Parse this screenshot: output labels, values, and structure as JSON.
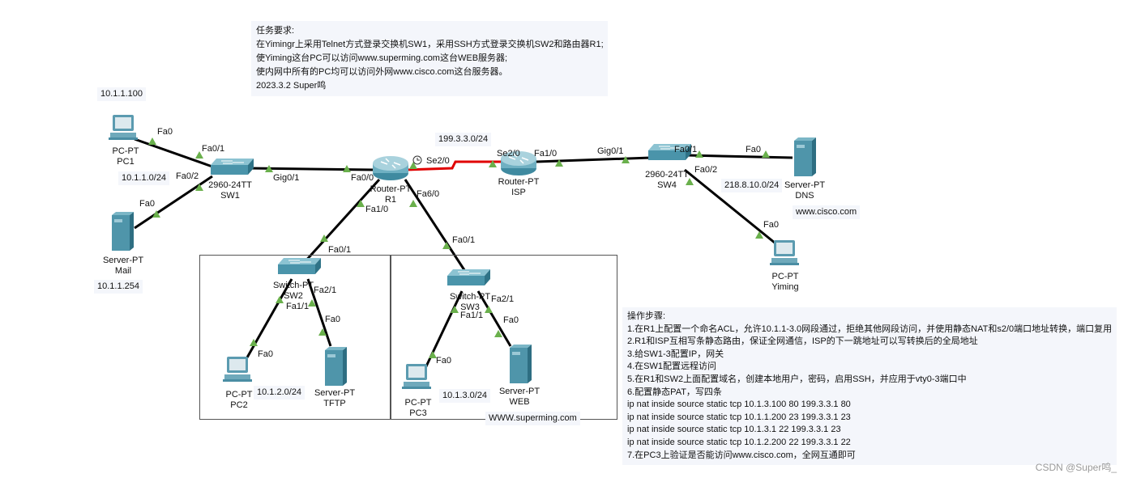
{
  "task_note": {
    "lines": [
      "任务要求:",
      "在Yimingr上采用Telnet方式登录交换机SW1，采用SSH方式登录交换机SW2和路由器R1;",
      "使Yiming这台PC可以访问www.superming.com这台WEB服务器;",
      "使内网中所有的PC均可以访问外网www.cisco.com这台服务器。",
      " 2023.3.2 Super鸣"
    ]
  },
  "steps_note": {
    "lines": [
      "操作步骤:",
      "1.在R1上配置一个命名ACL，允许10.1.1-3.0网段通过，拒绝其他网段访问，并使用静态NAT和s2/0端口地址转换，端口复用",
      "2.R1和ISP互相写条静态路由，保证全网通信，ISP的下一跳地址可以写转换后的全局地址",
      "3.给SW1-3配置IP，网关",
      "4.在SW1配置远程访问",
      "5.在R1和SW2上面配置域名，创建本地用户，密码，启用SSH，并应用于vty0-3端口中",
      "6.配置静态PAT，写四条",
      "ip nat inside source static tcp 10.1.3.100 80 199.3.3.1 80",
      "ip nat inside source static tcp 10.1.1.200 23 199.3.3.1 23",
      "ip nat inside source static tcp 10.1.3.1 22 199.3.3.1 23",
      "ip nat inside source static tcp 10.1.2.200 22 199.3.3.1 22",
      "7.在PC3上验证是否能访问www.cisco.com，全网互通即可"
    ]
  },
  "devices": {
    "pc1": {
      "model": "PC-PT",
      "name": "PC1"
    },
    "mail": {
      "model": "Server-PT",
      "name": "Mail"
    },
    "sw1": {
      "model": "2960-24TT",
      "name": "SW1"
    },
    "r1": {
      "model": "Router-PT",
      "name": "R1"
    },
    "isp": {
      "model": "Router-PT",
      "name": "ISP"
    },
    "sw4": {
      "model": "2960-24TT",
      "name": "SW4"
    },
    "dns": {
      "model": "Server-PT",
      "name": "DNS"
    },
    "yiming": {
      "model": "PC-PT",
      "name": "Yiming"
    },
    "sw2": {
      "model": "Switch-PT",
      "name": "SW2"
    },
    "sw3": {
      "model": "Switch-PT",
      "name": "SW3"
    },
    "pc2": {
      "model": "PC-PT",
      "name": "PC2"
    },
    "tftp": {
      "model": "Server-PT",
      "name": "TFTP"
    },
    "pc3": {
      "model": "PC-PT",
      "name": "PC3"
    },
    "web": {
      "model": "Server-PT",
      "name": "WEB"
    }
  },
  "net_labels": {
    "pc1_ip": "10.1.1.100",
    "net1": "10.1.1.0/24",
    "mail_ip": "10.1.1.254",
    "wan": "199.3.3.0/24",
    "dns_net": "218.8.10.0/24",
    "cisco": "www.cisco.com",
    "net2": "10.1.2.0/24",
    "net3": "10.1.3.0/24",
    "superming": "WWW.superming.com"
  },
  "ports": [
    "Fa0",
    "Fa0/1",
    "Fa0/2",
    "Fa0",
    "Gig0/1",
    "Fa0/0",
    "Se2/0",
    "Se2/0",
    "Fa1/0",
    "Gig0/1",
    "Fa0/1",
    "Fa0",
    "Fa0/2",
    "Fa0",
    "Fa1/0",
    "Fa6/0",
    "Fa0/1",
    "Fa0/1",
    "Fa2/1",
    "Fa1/1",
    "Fa0",
    "Fa0",
    "Fa2/1",
    "Fa1/1",
    "Fa0",
    "Fa0"
  ],
  "colors": {
    "link": "#000000",
    "serial": "#e00000",
    "port_up": "#6ab04c",
    "device": "#4a90a4"
  },
  "watermark": "CSDN @Super鸣_"
}
